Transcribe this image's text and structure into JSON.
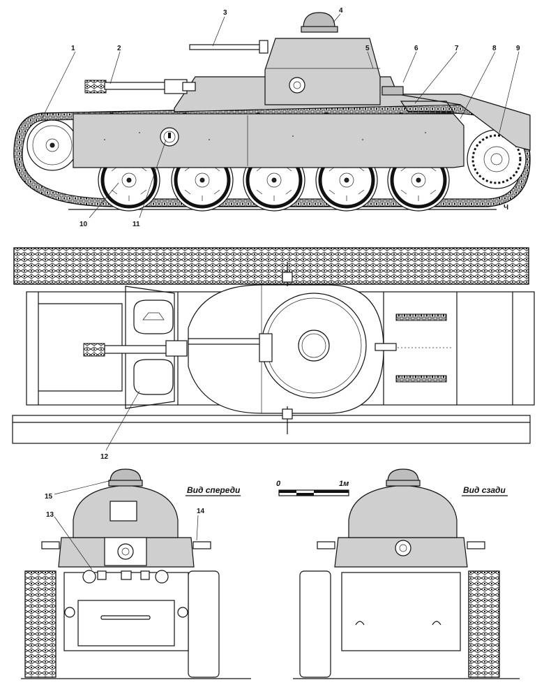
{
  "callouts": {
    "c1": "1",
    "c2": "2",
    "c3": "3",
    "c4": "4",
    "c5": "5",
    "c6": "6",
    "c7": "7",
    "c8": "8",
    "c9": "9",
    "c10": "10",
    "c11": "11",
    "c12": "12",
    "c13": "13",
    "c14": "14",
    "c15": "15"
  },
  "views": {
    "front": "Вид спереди",
    "rear": "Вид сзади"
  },
  "scale": {
    "start": "0",
    "end": "1м"
  },
  "section_mark": "Ч"
}
